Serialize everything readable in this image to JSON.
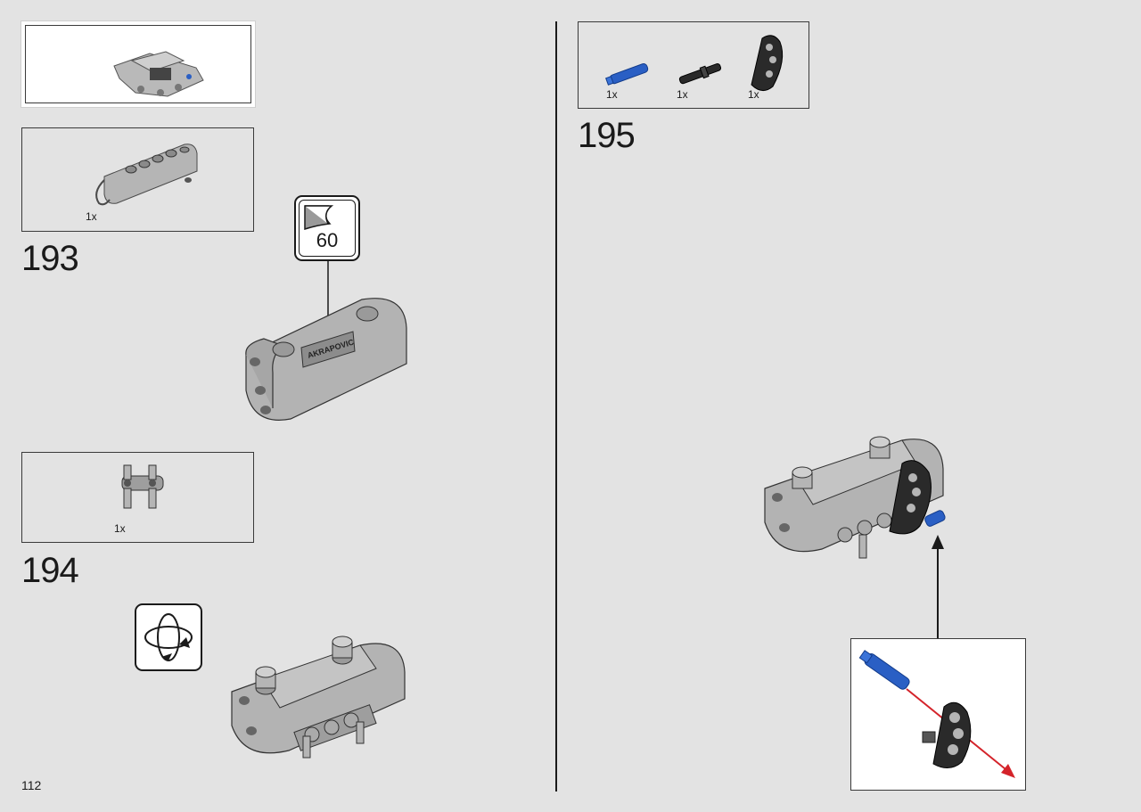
{
  "page": {
    "number": "112"
  },
  "previous_result": {
    "icon": "assembly-preview-icon"
  },
  "steps": [
    {
      "number": "193",
      "parts": [
        {
          "qty": "1x",
          "icon": "panel-part-icon"
        }
      ],
      "sticker": {
        "number": "60",
        "icon": "sticker-icon",
        "label": "AKRAPOVIC"
      }
    },
    {
      "number": "194",
      "parts": [
        {
          "qty": "1x",
          "icon": "double-pin-connector-icon"
        }
      ],
      "rotate": {
        "icon": "rotate-model-icon"
      }
    },
    {
      "number": "195",
      "parts": [
        {
          "qty": "1x",
          "icon": "blue-pin-icon",
          "color": "#2a5fc4"
        },
        {
          "qty": "1x",
          "icon": "black-axle-pin-icon",
          "color": "#222222"
        },
        {
          "qty": "1x",
          "icon": "beam-bent-icon",
          "color": "#2a2a2a"
        }
      ],
      "subassembly": {
        "icon": "subassembly-detail-icon"
      }
    }
  ],
  "colors": {
    "background": "#e3e3e3",
    "part_gray": "#b8b8b8",
    "arrow_red": "#d4232a",
    "blue": "#2a5fc4"
  }
}
